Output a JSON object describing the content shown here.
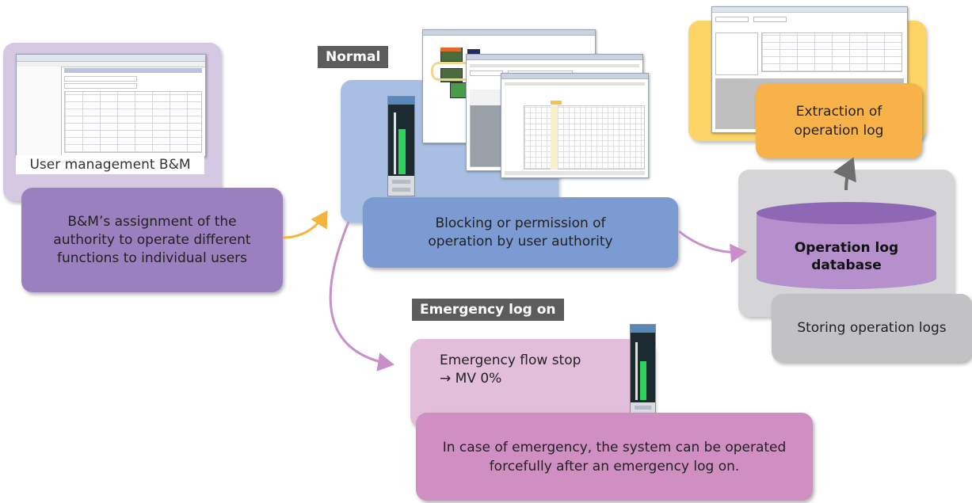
{
  "colors": {
    "purple_light": "#d4c8e3",
    "purple_box": "#9a80bf",
    "blue_panel": "#a8bfe3",
    "blue_box": "#7b9bd2",
    "orange_panel": "#fdd466",
    "orange_box": "#f7b24a",
    "gray_panel": "#d5d5d7",
    "gray_box": "#c2c2c4",
    "db_purple": "#b590cd",
    "db_top": "#8f68b5",
    "pink_panel": "#e2bedb",
    "pink_box": "#cf8fc3",
    "arrow_orange": "#f5b43c",
    "arrow_pink": "#c98fc8",
    "arrow_gray": "#6e6e6e",
    "tag_gray": "#5c5c5c"
  },
  "user_management": {
    "caption": "User management B&M",
    "description": "B&M’s assignment of the authority to operate different functions to individual users"
  },
  "normal": {
    "tag": "Normal",
    "description": "Blocking or permission of operation by user authority"
  },
  "operation_log": {
    "extraction_label": "Extraction of operation log",
    "database_label": "Operation log database",
    "storing_label": "Storing operation logs"
  },
  "emergency": {
    "tag": "Emergency log on",
    "flow_stop_line1": "Emergency flow stop",
    "flow_stop_line2": "→ MV 0%",
    "description": "In case of emergency, the system can be operated forcefully after an emergency log on."
  }
}
